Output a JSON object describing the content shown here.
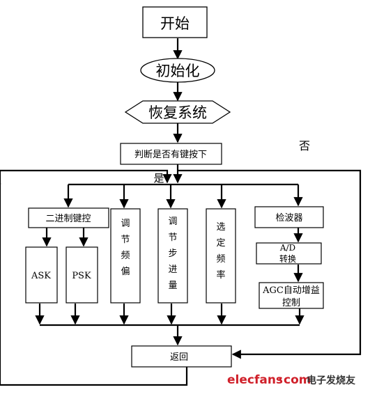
{
  "flowchart": {
    "start": "开始",
    "init": "初始化",
    "restore": "恢复系统",
    "check_key": "判断是否有键按下",
    "label_no": "否",
    "label_yes": "是",
    "binary_keying": "二进制键控",
    "ask": "ASK",
    "psk": "PSK",
    "adjust_deviation": "调节频偏",
    "adjust_step": "调节步进量",
    "select_freq": "选定频率",
    "detector": "检波器",
    "ad_line1": "A/D",
    "ad_line2": "转换",
    "agc_line1": "AGC自动增益",
    "agc_line2": "控制",
    "return": "返回"
  },
  "watermark": {
    "site": "elecfans",
    "dot": "·",
    "com": "com",
    "cn_text": "电子发烧友"
  },
  "colors": {
    "line": "#000000",
    "box_fill": "#ffffff",
    "watermark_red": "#d0202a",
    "watermark_dark": "#333333"
  }
}
